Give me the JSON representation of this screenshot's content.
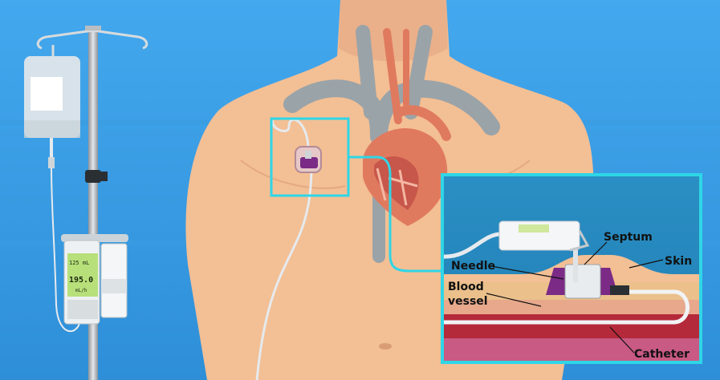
{
  "labels": {
    "septum": "Septum",
    "skin": "Skin",
    "needle": "Needle",
    "blood_vessel_line1": "Blood",
    "blood_vessel_line2": "vessel",
    "catheter": "Catheter"
  },
  "pump_display": {
    "rate": "125 mL",
    "value": "195.0",
    "unit": "mL/h"
  },
  "colors": {
    "background": "#3fa3e6",
    "skin_tone": "#f3bf94",
    "highlight_box": "#2fd6e6",
    "port": "#7b2a86",
    "blood_vessel": "#b52a3a",
    "veins": "#9aa3a8"
  },
  "icons": [
    "iv-pole-icon",
    "iv-bag-icon",
    "infusion-pump-icon",
    "heart-icon",
    "implanted-port-icon"
  ]
}
